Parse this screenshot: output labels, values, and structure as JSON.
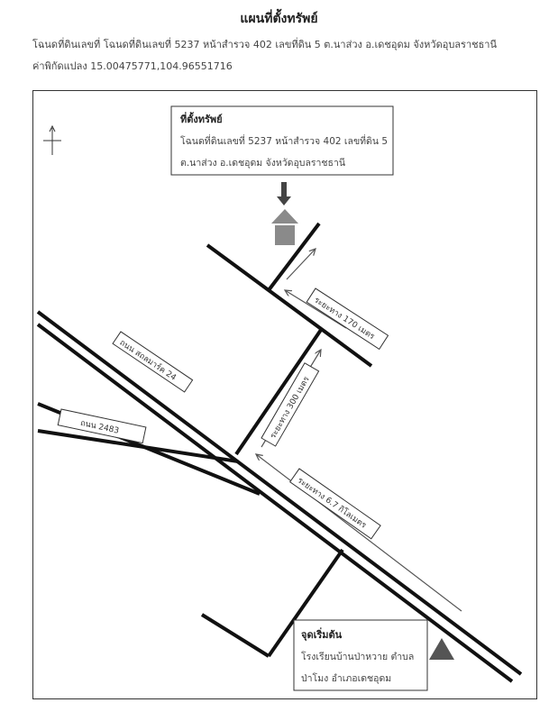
{
  "header": {
    "title": "แผนที่ตั้งทรัพย์",
    "deed_line": "โฉนดที่ดินเลขที่ โฉนดที่ดินเลขที่ 5237 หน้าสำรวจ 402 เลขที่ดิน 5 ต.นาส่วง อ.เดชอุดม จังหวัดอุบลราชธานี",
    "coords_line": "ค่าพิกัดแปลง 15.00475771,104.96551716"
  },
  "map": {
    "property_box": {
      "title": "ที่ตั้งทรัพย์",
      "line1": "โฉนดที่ดินเลขที่ 5237 หน้าสำรวจ 402 เลขที่ดิน 5",
      "line2": "ต.นาส่วง อ.เดชอุดม จังหวัดอุบลราชธานี"
    },
    "start_box": {
      "title": "จุดเริ่มต้น",
      "line1": "โรงเรียนบ้านป่าหวาย ตำบล",
      "line2": "ป่าโมง อำเภอเดชอุดม"
    },
    "labels": {
      "road_main": "ถนน สถลมาร์ค 24",
      "road_2483": "ถนน 2483",
      "dist_170": "ระยะทาง 170 เมตร",
      "dist_300": "ระยะทาง 300 เมตร",
      "dist_6_7": "ระยะทาง 6.7 กิโลเมตร"
    },
    "colors": {
      "road": "#111111",
      "arrow": "#555555",
      "marker": "#8a8a8a",
      "start_marker": "#555555"
    },
    "icons": [
      "north-icon",
      "down-arrow-icon",
      "house-icon",
      "start-triangle-icon"
    ]
  }
}
